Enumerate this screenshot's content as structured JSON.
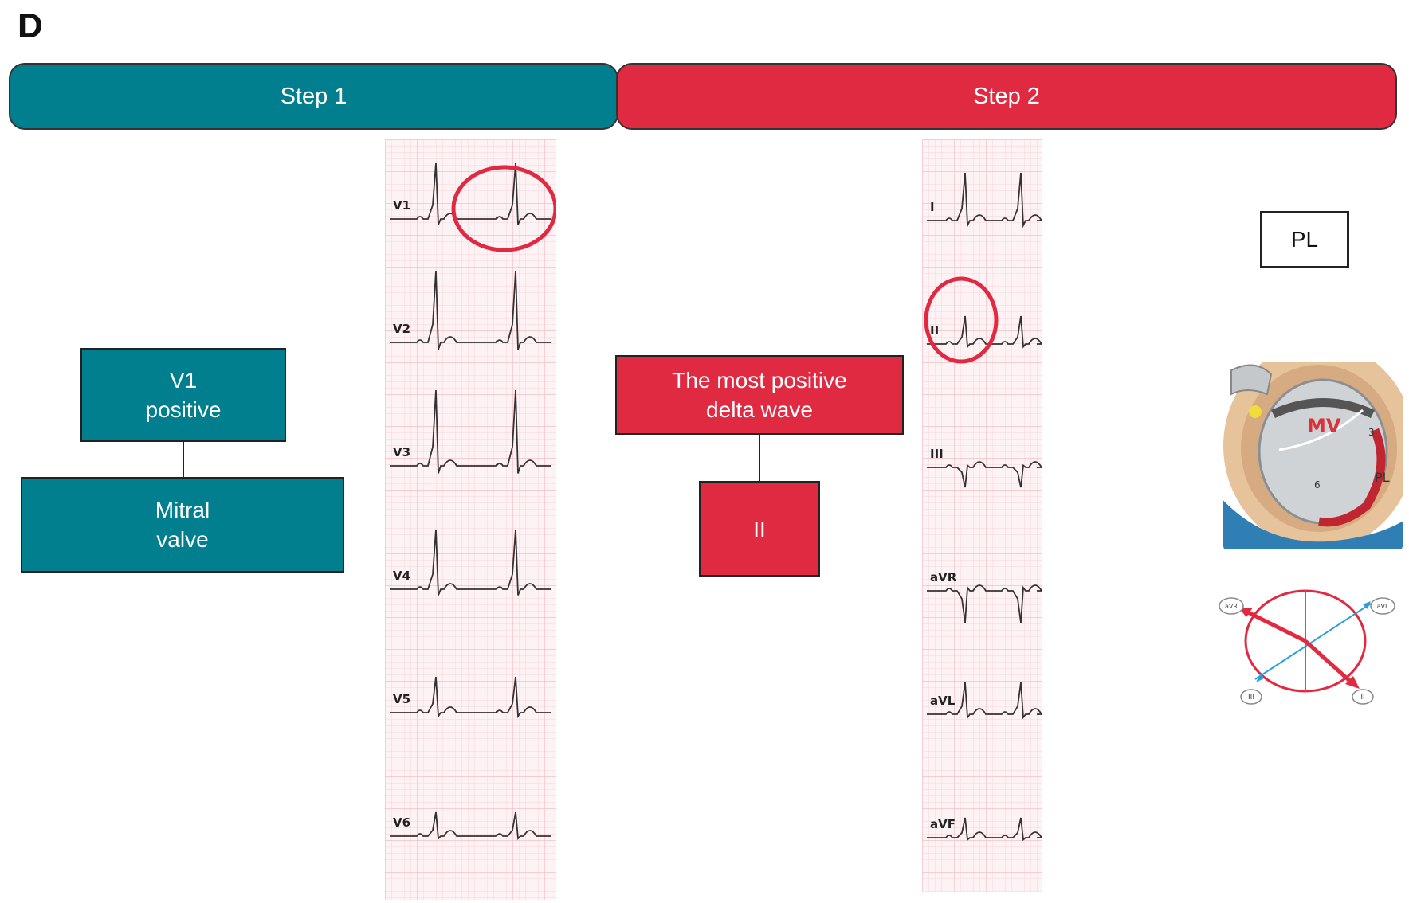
{
  "panel_letter": "D",
  "step1": {
    "title": "Step 1",
    "box_top": "V1\npositive",
    "box_bottom": "Mitral\nvalve"
  },
  "step2": {
    "title": "Step 2",
    "box_top": "The most positive\ndelta wave",
    "box_bottom": "II"
  },
  "ecg_step1_leads": [
    "V1",
    "V2",
    "V3",
    "V4",
    "V5",
    "V6"
  ],
  "ecg_step2_leads": [
    "I",
    "II",
    "III",
    "aVR",
    "aVL",
    "aVF"
  ],
  "pl_label": "PL",
  "anatomy": {
    "valve_label": "MV",
    "segment_label": "PL",
    "num_3": "3",
    "num_6": "6"
  },
  "axis_labels": {
    "avr": "aVR",
    "avl": "aVL",
    "iii": "III",
    "ii": "II"
  },
  "colors": {
    "teal": "#027f8e",
    "red": "#e02a42",
    "grid": "#f4c9cf"
  }
}
